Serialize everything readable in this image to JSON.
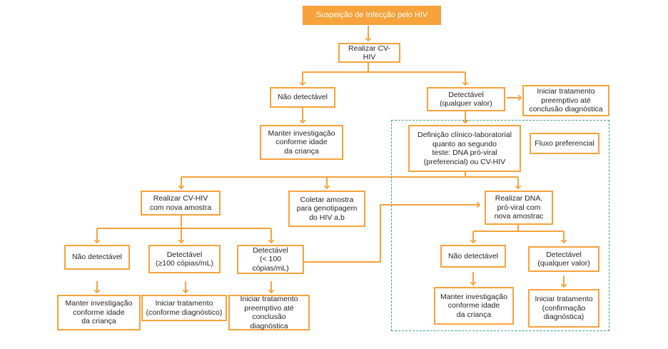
{
  "nodes": {
    "root": "Suspeição de Infecção pelo HIV",
    "realizar_cv": "Realizar CV-HIV",
    "nao_detectavel_1": "Não detectável",
    "detectavel_1": "Detectável\n(qualquer valor)",
    "iniciar_preemptivo_1": "Iniciar tratamento\npreemptivo até\nconclusão diagnóstica",
    "manter_1": "Manter investigação\nconforme idade\nda criança",
    "definicao": "Definição clínico-laboratorial\nquanto ao segundo\nteste: DNA pró-viral\n(preferencial) ou CV-HIV",
    "fluxo_preferencial": "Fluxo preferencial",
    "realizar_cv_nova": "Realizar CV-HIV\ncom nova amostra",
    "coletar": "Coletar amostra\npara genotipagem\ndo HIV a,b",
    "realizar_dna": "Realizar DNA,\npró-viral com\nnova amostrac",
    "nao_detectavel_2": "Não detectável",
    "detectavel_100_mais": "Detectável\n(≥100 cópias/mL)",
    "detectavel_100_menos": "Detectável\n(< 100 cópias/mL)",
    "nao_detectavel_3": "Não detectável",
    "detectavel_3": "Detectável\n(qualquer valor)",
    "manter_2": "Manter investigação\nconforme idade\nda criança",
    "iniciar_conforme": "Iniciar tratamento\n(conforme diagnóstico)",
    "iniciar_preemptivo_2": "Iniciar tratamento\npreemptivo até\nconclusão diagnóstica",
    "manter_3": "Manter investigação\nconforme idade\nda criança",
    "iniciar_confirmacao": "Iniciar tratamento\n(confirmação\ndiagnóstica)"
  },
  "colors": {
    "accent": "#f7a23b",
    "dashed_border": "#3f9e8e",
    "text": "#231f20"
  }
}
